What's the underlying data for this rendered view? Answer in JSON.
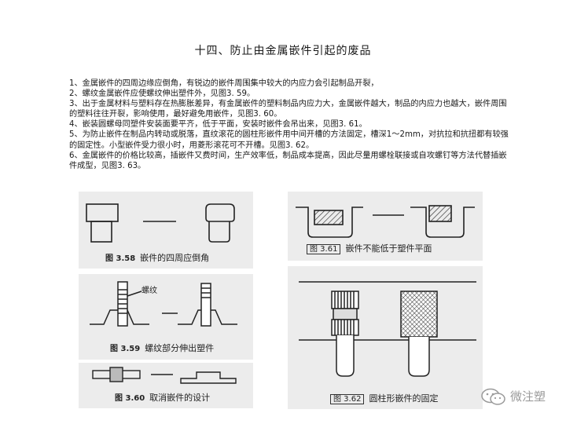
{
  "title": "十四、防止由金属嵌件引起的废品",
  "items": [
    "1、金属嵌件的四周边缘应倒角，有锐边的嵌件周围集中较大的内应力会引起制品开裂，",
    "2、螺纹金属嵌件应使螺纹伸出塑件外，见图3. 59。",
    "3、出于金属材料与塑料存在热膨胀差异，有金属嵌件的塑料制品内应力大，金属嵌件越大，制品的内应力也越大，嵌件周围的塑料往往开裂，影响使用，最好避免用嵌件，见图3. 60。",
    "4、嵌装圆螺母同塑件安装面要平齐，低于平面，安装时嵌件会吊出来，见图3. 61。",
    "5、为防止嵌件在制品内转动或脱落，直纹滚花的圆柱形嵌件用中间开槽的方法固定，槽深1～2mm，对抗拉和抗扭都有较强的固定性。小型嵌件受力很小时，用菱形滚花可不开槽。见图3. 62。",
    "6、金属嵌件的价格比较高，插嵌件又费时间，生产效率低，制品成本提高，因此尽量用螺栓联接或自攻螺钉等方法代替插嵌件成型，见图3. 63。"
  ],
  "figures": {
    "f358": {
      "num": "图 3.58",
      "caption": "嵌件的四周应倒角"
    },
    "f359": {
      "num": "图 3.59",
      "caption": "螺纹部分伸出塑件",
      "callout": "螺纹"
    },
    "f360": {
      "num": "图 3.60",
      "caption": "取消嵌件的设计"
    },
    "f361": {
      "num": "图 3.61",
      "caption": "嵌件不能低于塑件平面"
    },
    "f362": {
      "num": "图 3.62",
      "caption": "圆柱形嵌件的固定"
    }
  },
  "watermark": {
    "text": "微注塑",
    "icon": "wechat-icon"
  }
}
